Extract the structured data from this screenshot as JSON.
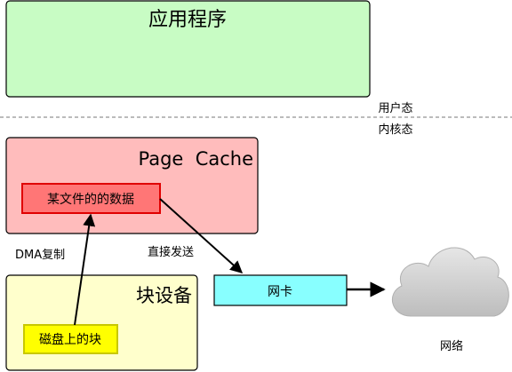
{
  "app_box": {
    "label": "应用程序",
    "fill": "#c8fcc4"
  },
  "mode_labels": {
    "user_mode": "用户态",
    "kernel_mode": "内核态"
  },
  "page_cache": {
    "title": "Page  Cache",
    "fill": "#ffbcbc"
  },
  "file_data": {
    "label": "某文件的的数据",
    "fill": "#ff7676",
    "border": "#e00000"
  },
  "block_device": {
    "title": "块设备",
    "fill": "#ffffcc"
  },
  "disk_block": {
    "label": "磁盘上的块",
    "fill": "#ffff00",
    "border": "#c8c800"
  },
  "nic": {
    "label": "网卡",
    "fill": "#88ffff"
  },
  "network": {
    "label": "网络",
    "cloud_color": "#d0d0d0",
    "icon": "cloud-icon"
  },
  "arrows": {
    "dma": "DMA复制",
    "direct_send": "直接发送"
  }
}
